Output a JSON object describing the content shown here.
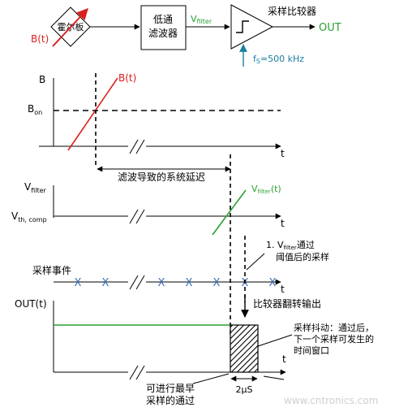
{
  "block_diagram": {
    "hall_plate": "霍尔板",
    "input": "B(t)",
    "filter_line1": "低通",
    "filter_line2": "滤波器",
    "filter_output": "V",
    "filter_output_sub": "filter",
    "comparator_title": "采样比较器",
    "output": "OUT",
    "sample_freq_f": "f",
    "sample_freq_sub": "S",
    "sample_freq_value": "=500 kHz"
  },
  "plot_b": {
    "y_label": "B",
    "threshold_label": "B",
    "threshold_sub": "on",
    "curve_label": "B(t)",
    "x_label": "t"
  },
  "delay_annotation": "滤波导致的系统延迟",
  "plot_vfilter": {
    "y_label": "V",
    "y_label_sub": "filter",
    "threshold_label": "V",
    "threshold_sub": "th, comp",
    "curve_label": "V",
    "curve_label_sub": "filter",
    "curve_label_suffix": "(t)",
    "x_label": "t"
  },
  "sampling": {
    "label": "采样事件",
    "marker": "X",
    "x_label": "t",
    "note_prefix": "1. V",
    "note_sub": "filter",
    "note_suffix": "通过",
    "note_line2": "阈值后的采样"
  },
  "comparator_flip": "比较器翻转输出",
  "plot_out": {
    "y_label": "OUT(t)",
    "x_label": "t",
    "jitter_line1": "采样抖动：通过后，",
    "jitter_line2": "下一个采样可发生的",
    "jitter_line3": "时间窗口",
    "earliest_line1": "可进行最早",
    "earliest_line2": "采样的通过",
    "window_width": "2μS"
  },
  "watermark": "www.cntronics.com",
  "colors": {
    "signal_red": "#d9201f",
    "signal_green": "#2aa033",
    "filter_teal": "#1a7fa0",
    "marker_blue": "#3a6fb6",
    "watermark": "#cfcfcf"
  }
}
